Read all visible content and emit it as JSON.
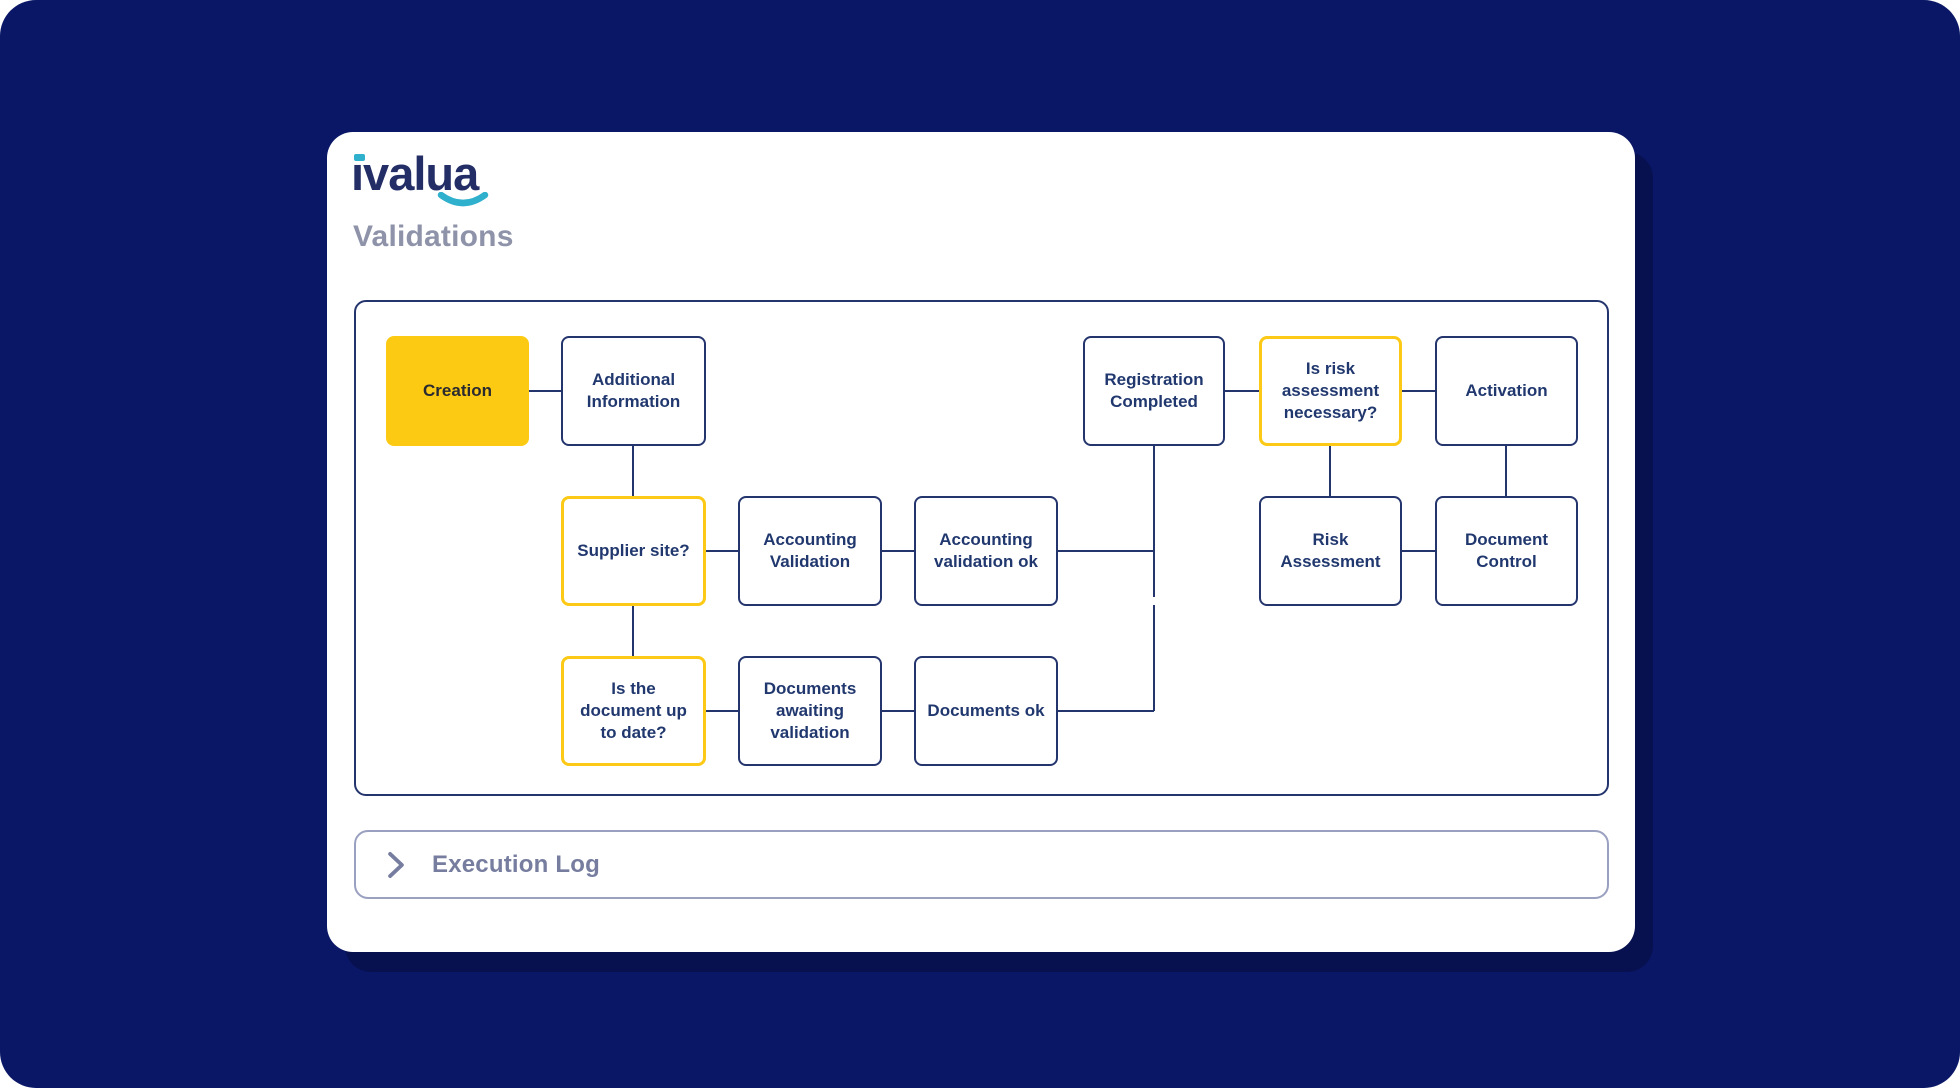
{
  "brand": {
    "name": "ivalua",
    "display_text": "ıvalua",
    "navy": "#242e66",
    "teal": "#2fb0cd"
  },
  "page": {
    "title": "Validations",
    "background": "#0a1767",
    "card_background": "#ffffff",
    "card_shadow": "#071150"
  },
  "colors": {
    "node_border_navy": "#24356e",
    "node_text_navy": "#21386f",
    "accent_yellow": "#fcca12",
    "muted_heading_gray": "#8e93a9",
    "exec_log_gray": "#767d9f"
  },
  "flowchart": {
    "nodes": [
      {
        "id": "creation",
        "label": "Creation",
        "emphasis": "active"
      },
      {
        "id": "additional-information",
        "label": "Additional Information",
        "emphasis": "default"
      },
      {
        "id": "registration-completed",
        "label": "Registration Completed",
        "emphasis": "default"
      },
      {
        "id": "is-risk-assessment-necessary",
        "label": "Is risk assessment necessary?",
        "emphasis": "decision"
      },
      {
        "id": "activation",
        "label": "Activation",
        "emphasis": "default"
      },
      {
        "id": "supplier-site",
        "label": "Supplier site?",
        "emphasis": "decision"
      },
      {
        "id": "accounting-validation",
        "label": "Accounting Validation",
        "emphasis": "default"
      },
      {
        "id": "accounting-validation-ok",
        "label": "Accounting validation ok",
        "emphasis": "default"
      },
      {
        "id": "risk-assessment",
        "label": "Risk Assessment",
        "emphasis": "default"
      },
      {
        "id": "document-control",
        "label": "Document Control",
        "emphasis": "default"
      },
      {
        "id": "is-the-document-up-to-date",
        "label": "Is the document up to date?",
        "emphasis": "decision"
      },
      {
        "id": "documents-awaiting-validation",
        "label": "Documents awaiting validation",
        "emphasis": "default"
      },
      {
        "id": "documents-ok",
        "label": "Documents ok",
        "emphasis": "default"
      }
    ]
  },
  "execution_log": {
    "label": "Execution Log",
    "expanded": false,
    "chevron_icon": "chevron-right-icon"
  }
}
